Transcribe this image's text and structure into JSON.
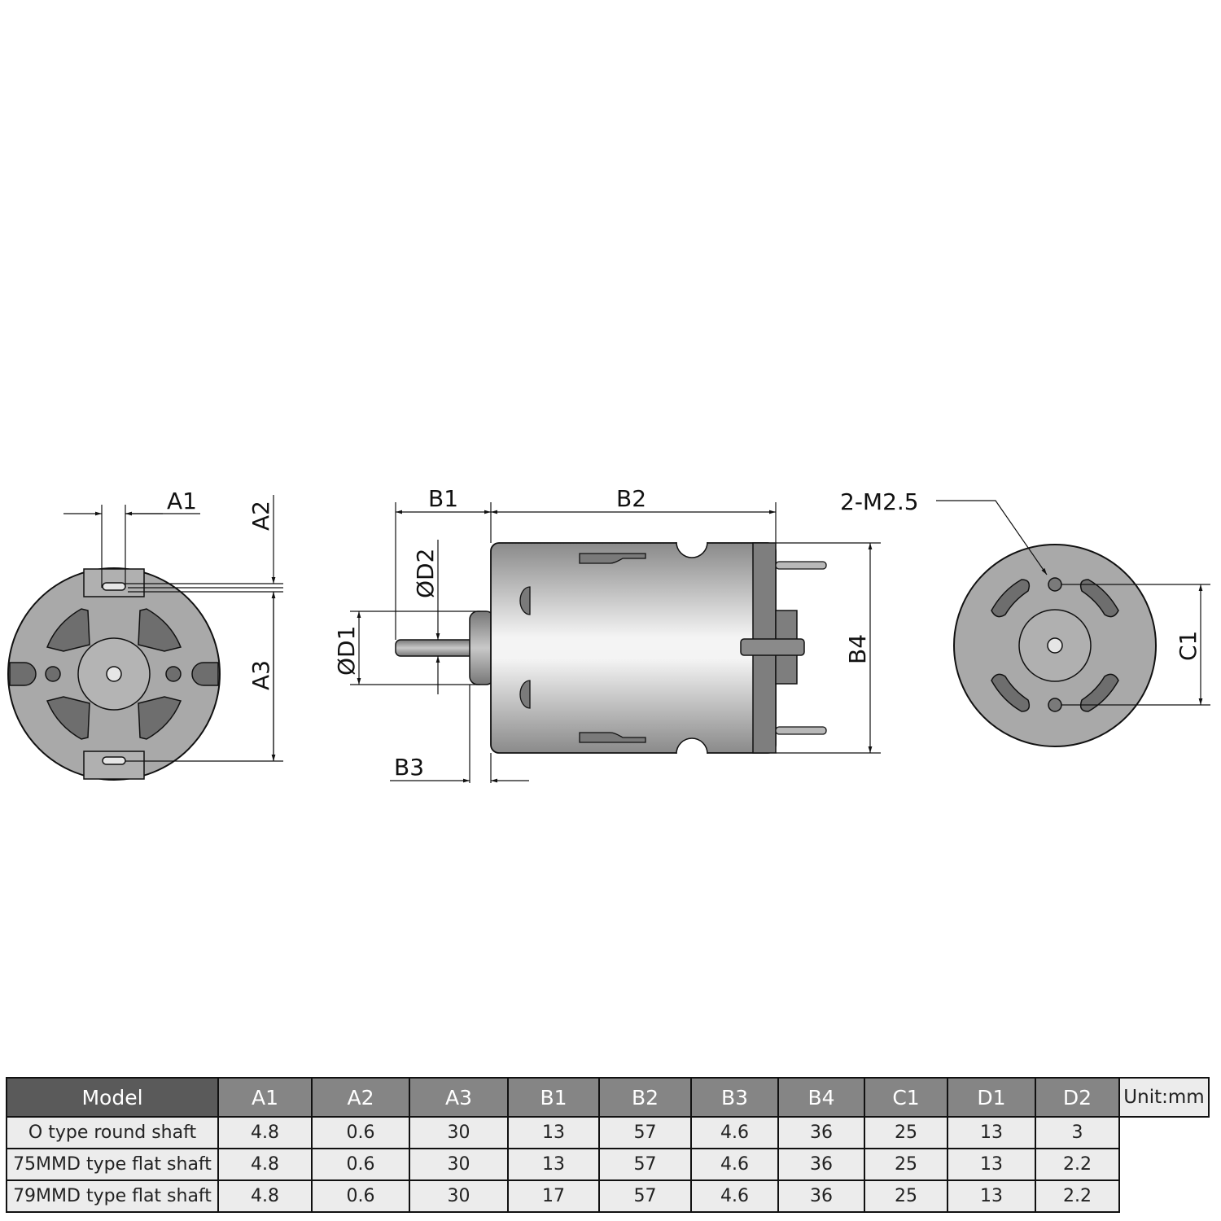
{
  "diagram": {
    "front_view": {
      "labels": {
        "a1": "A1",
        "a2": "A2",
        "a3": "A3"
      }
    },
    "side_view": {
      "labels": {
        "b1": "B1",
        "b2": "B2",
        "b3": "B3",
        "b4": "B4",
        "d1": "ØD1",
        "d2": "ØD2"
      }
    },
    "rear_view": {
      "labels": {
        "c1": "C1",
        "holes": "2-M2.5"
      }
    }
  },
  "table": {
    "headers": [
      "Model",
      "A1",
      "A2",
      "A3",
      "B1",
      "B2",
      "B3",
      "B4",
      "C1",
      "D1",
      "D2"
    ],
    "rows": [
      {
        "model": "O type round shaft",
        "values": [
          "4.8",
          "0.6",
          "30",
          "13",
          "57",
          "4.6",
          "36",
          "25",
          "13",
          "3"
        ]
      },
      {
        "model": "75MMD type flat shaft",
        "values": [
          "4.8",
          "0.6",
          "30",
          "13",
          "57",
          "4.6",
          "36",
          "25",
          "13",
          "2.2"
        ]
      },
      {
        "model": "79MMD type flat shaft",
        "values": [
          "4.8",
          "0.6",
          "30",
          "17",
          "57",
          "4.6",
          "36",
          "25",
          "13",
          "2.2"
        ]
      }
    ],
    "unit": "Unit:mm"
  },
  "colors": {
    "header_dark": "#5a5a5a",
    "header": "#858585",
    "cell": "#ececec",
    "metal": "#a8a8a8",
    "slot": "#6e6e6e"
  }
}
